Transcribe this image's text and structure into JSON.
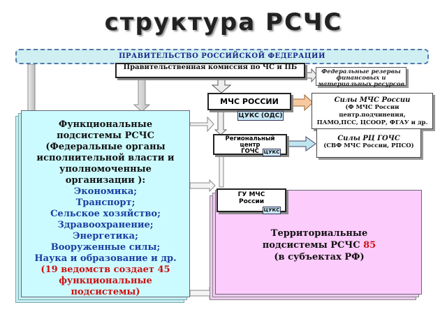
{
  "title": "структура  РСЧС",
  "government": "ПРАВИТЕЛЬСТВО  РОССИЙСКОЙ  ФЕДЕРАЦИИ",
  "commission": "Правительственная  комиссия  по  ЧС и ПБ",
  "reserves": [
    "Федеральные  резервы",
    "финансовых и",
    "материальных  ресурсов"
  ],
  "mchs": {
    "label": "МЧС    РОССИИ",
    "tag": "ЦУКС  (ОДС)"
  },
  "forces": {
    "title": "Силы  МЧС  России",
    "line1": "(Ф МЧС России центр.подчинения,",
    "line2": "ПАМО,ПСС,  ЦСООР,  ФГАУ  и  др."
  },
  "regional": {
    "label1": "Региональный  центр",
    "label2": "ГОЧС",
    "tag": "ЦУКС"
  },
  "rc_forces": {
    "title": "Силы  РЦ  ГОЧС",
    "line1": "(СВФ МЧС России, РПСО)"
  },
  "functional": {
    "heading": "Функциональные подсистемы        РСЧС (Федеральные органы исполнительной власти и уполномоченные организации ):",
    "items": [
      "Экономика;",
      "Транспорт;",
      "Сельское хозяйство;",
      "Здравоохранение;",
      "Энергетика;",
      "Вооруженные силы;",
      "Наука и образование и др."
    ],
    "note": "(19 ведомств создает 45 функциональные подсистемы)"
  },
  "gu": {
    "label1": "ГУ МЧС",
    "label2": "России",
    "tag": "ЦУКС"
  },
  "territorial": {
    "line1": "Территориальные",
    "line2_prefix": "подсистемы    РСЧС  ",
    "count": "85",
    "line3": "(в субъектах РФ)"
  },
  "colors": {
    "gov_fill": "#cfeff3",
    "functional_fill": "#ccfbff",
    "territorial_fill": "#fcccfc",
    "highlight_red": "#cc1111",
    "arrow_orange": "#f8c8a0"
  }
}
